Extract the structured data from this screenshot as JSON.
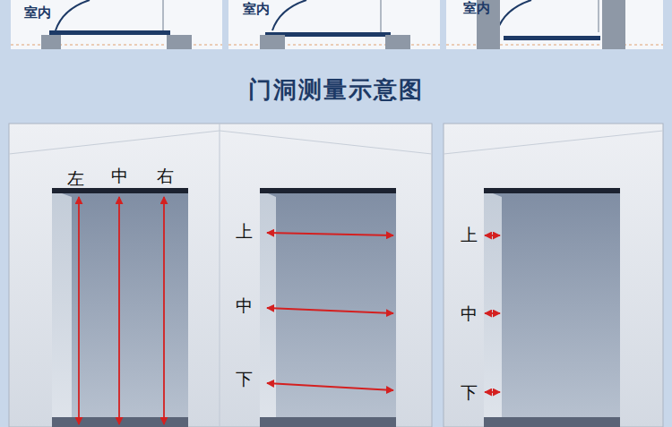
{
  "diagram": {
    "title": "门洞测量示意图",
    "labels": [
      "室内",
      "室内",
      "室内",
      "左",
      "中",
      "右",
      "上",
      "中",
      "下",
      "上",
      "中",
      "下"
    ]
  }
}
